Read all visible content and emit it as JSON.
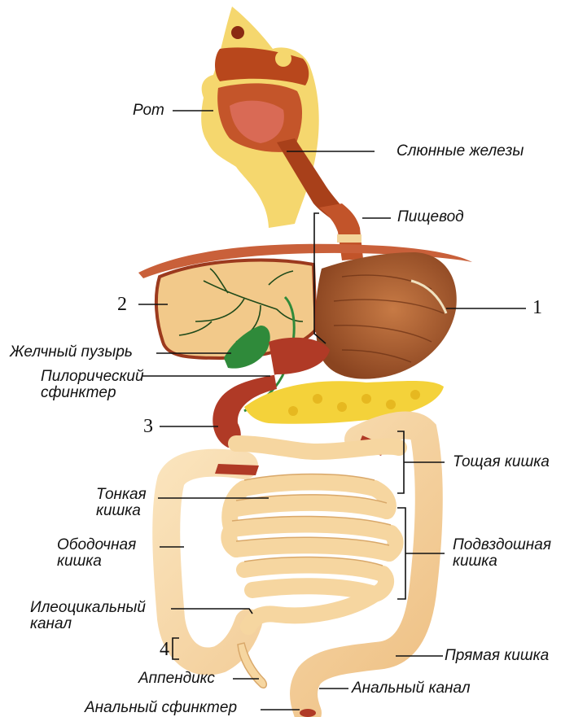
{
  "labels": {
    "mouth": "Рот",
    "salivary_glands": "Слюнные железы",
    "esophagus": "Пищевод",
    "gallbladder": "Желчный пузырь",
    "pyloric_sphincter": "Пилорический\nсфинктер",
    "small_intestine": "Тонкая\nкишка",
    "jejunum": "Тощая кишка",
    "colon": "Ободочная\nкишка",
    "ileum": "Подвздошная\nкишка",
    "ileocecal_canal": "Илеоцикальный\nканал",
    "appendix": "Аппендикс",
    "rectum": "Прямая кишка",
    "anal_canal": "Анальный канал",
    "anal_sphincter": "Анальный сфинктер"
  },
  "numbers": {
    "n1": "1",
    "n2": "2",
    "n3": "3",
    "n4": "4"
  },
  "colors": {
    "head_skin": "#f5d76e",
    "head_tissue": "#b8471c",
    "esophagus": "#c2542a",
    "liver": "#f2c98a",
    "liver_edge": "#9c3a1e",
    "stomach": "#a85a2e",
    "gallbladder": "#2f8a3a",
    "duodenum": "#b03a26",
    "pancreas": "#f4d23a",
    "intestine": "#f6d6a0",
    "intestine_edge": "#d9a86a",
    "line": "#111111"
  }
}
